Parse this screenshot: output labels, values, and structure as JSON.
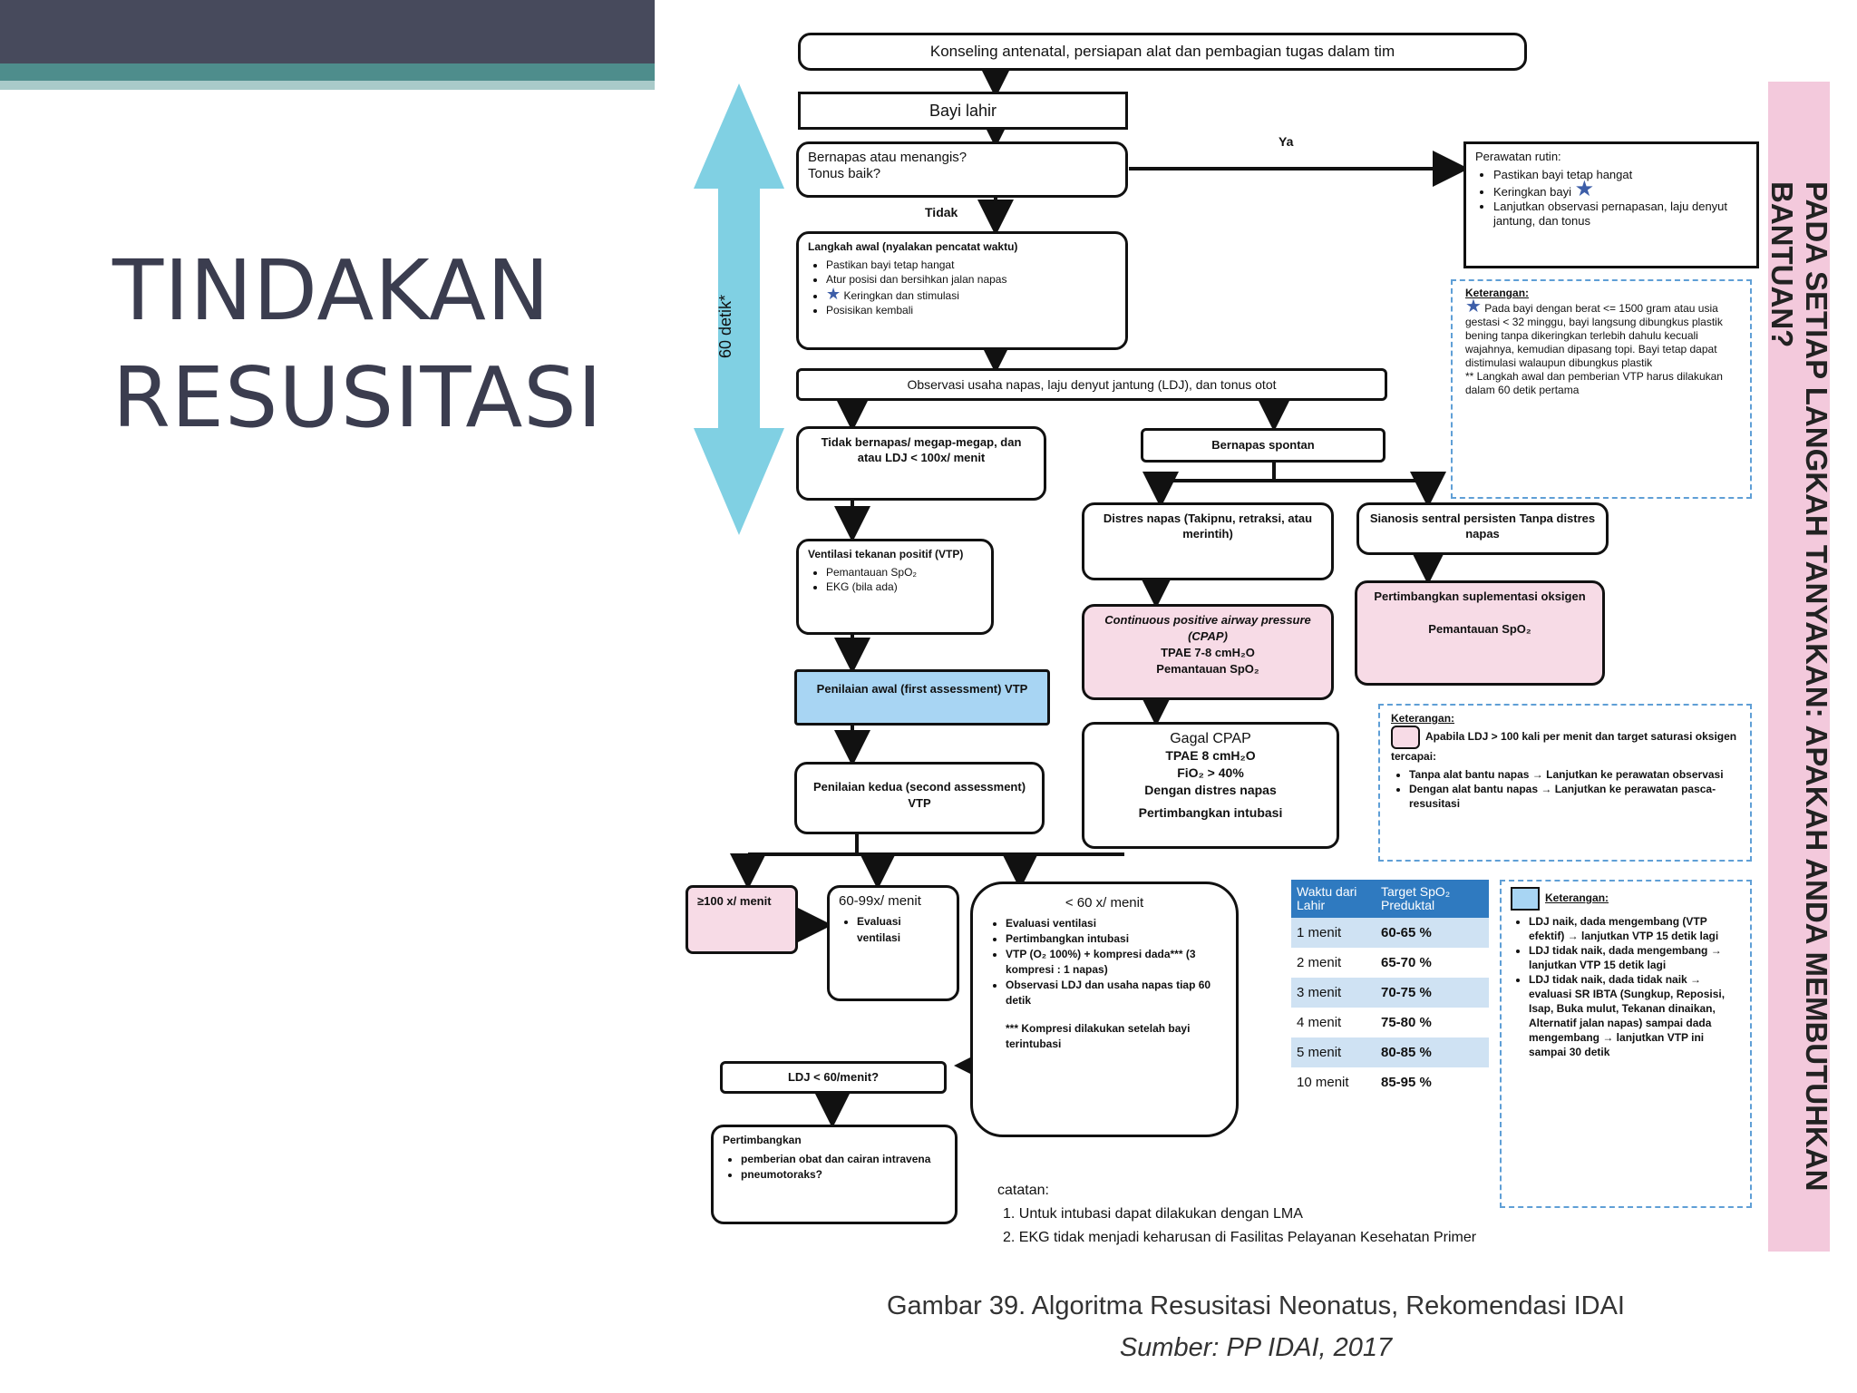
{
  "slide": {
    "title_line1": "TINDAKAN",
    "title_line2": "RESUSITASI"
  },
  "colors": {
    "header_dark": "#474a5c",
    "header_teal": "#4e8d8c",
    "arrow_blue": "#80d0e3",
    "pink_fill": "#f7dbe6",
    "blue_fill": "#a8d5f3",
    "side_band": "#f3c9dc"
  },
  "diagram": {
    "time_label": "60 detik*",
    "side_text": "PADA SETIAP LANGKAH TANYAKAN: APAKAH ANDA MEMBUTUHKAN BANTUAN?",
    "antenatal": "Konseling antenatal, persiapan alat dan pembagian tugas dalam tim",
    "bayi_lahir": "Bayi lahir",
    "bernapas_q1": "Bernapas atau menangis?",
    "bernapas_q2": "Tonus baik?",
    "label_ya": "Ya",
    "label_tidak": "Tidak",
    "rutin": {
      "title": "Perawatan rutin:",
      "items": [
        "Pastikan bayi tetap hangat",
        "Keringkan bayi",
        "Lanjutkan observasi pernapasan, laju denyut jantung, dan tonus"
      ]
    },
    "langkah_awal": {
      "title": "Langkah awal (nyalakan pencatat waktu)",
      "items": [
        "Pastikan bayi tetap hangat",
        "Atur posisi dan bersihkan jalan napas",
        "Keringkan dan stimulasi",
        "Posisikan kembali"
      ]
    },
    "keterangan1": {
      "title": "Keterangan:",
      "text1": "Pada bayi dengan berat <= 1500 gram atau usia gestasi < 32 minggu, bayi langsung dibungkus plastik bening tanpa dikeringkan terlebih dahulu kecuali wajahnya, kemudian dipasang topi. Bayi tetap dapat distimulasi walaupun dibungkus plastik",
      "text2": "** Langkah awal dan pemberian VTP harus dilakukan dalam 60 detik pertama"
    },
    "observasi": "Observasi usaha napas, laju denyut jantung (LDJ), dan tonus otot",
    "tidak_bernapas": "Tidak bernapas/ megap-megap, dan atau LDJ < 100x/ menit",
    "bernapas_spontan": "Bernapas spontan",
    "distres": "Distres napas (Takipnu, retraksi, atau merintih)",
    "sianosis": "Sianosis sentral persisten Tanpa distres napas",
    "vtp": {
      "title": "Ventilasi tekanan positif (VTP)",
      "items": [
        "Pemantauan SpO₂",
        "EKG (bila ada)"
      ]
    },
    "cpap": {
      "line1": "Continuous positive airway pressure (CPAP)",
      "line2": "TPAE 7-8 cmH₂O",
      "line3": "Pemantauan SpO₂"
    },
    "suplementasi": {
      "line1": "Pertimbangkan suplementasi oksigen",
      "line2": "Pemantauan SpO₂"
    },
    "penilaian_awal": "Penilaian awal (first assessment) VTP",
    "gagal_cpap": {
      "title": "Gagal CPAP",
      "line1": "TPAE 8 cmH₂O",
      "line2": "FiO₂ > 40%",
      "line3": "Dengan distres napas",
      "line4": "Pertimbangkan intubasi"
    },
    "keterangan2": {
      "title": "Keterangan:",
      "text": "Apabila LDJ > 100 kali per menit dan target saturasi oksigen tercapai:",
      "items": [
        "Tanpa alat bantu napas → Lanjutkan ke perawatan observasi",
        "Dengan alat bantu napas → Lanjutkan ke perawatan pasca-resusitasi"
      ]
    },
    "penilaian_kedua": "Penilaian kedua (second assessment) VTP",
    "ge100": "≥100 x/ menit",
    "r6099": {
      "title": "60-99x/ menit",
      "item": "Evaluasi ventilasi"
    },
    "lt60": {
      "title": "< 60 x/ menit",
      "items": [
        "Evaluasi ventilasi",
        "Pertimbangkan intubasi",
        "VTP (O₂ 100%) + kompresi dada*** (3 kompresi : 1 napas)",
        "Observasi LDJ dan usaha napas tiap 60 detik"
      ],
      "note": "*** Kompresi dilakukan setelah bayi terintubasi"
    },
    "ldj_q": "LDJ < 60/menit?",
    "pertimbangkan": {
      "title": "Pertimbangkan",
      "items": [
        "pemberian obat dan cairan intravena",
        "pneumotoraks?"
      ]
    },
    "spo2_table": {
      "headers": [
        "Waktu dari Lahir",
        "Target SpO₂ Preduktal"
      ],
      "rows": [
        [
          "1 menit",
          "60-65 %"
        ],
        [
          "2 menit",
          "65-70 %"
        ],
        [
          "3 menit",
          "70-75 %"
        ],
        [
          "4 menit",
          "75-80 %"
        ],
        [
          "5 menit",
          "80-85 %"
        ],
        [
          "10 menit",
          "85-95 %"
        ]
      ]
    },
    "keterangan3": {
      "title": "Keterangan:",
      "items": [
        "LDJ naik, dada mengembang (VTP efektif) → lanjutkan VTP 15 detik lagi",
        "LDJ tidak naik, dada mengembang → lanjutkan VTP 15 detik lagi",
        "LDJ tidak naik, dada tidak naik → evaluasi SR IBTA (Sungkup, Reposisi, Isap, Buka mulut, Tekanan dinaikan, Alternatif jalan napas) sampai dada mengembang → lanjutkan VTP ini sampai 30 detik"
      ]
    },
    "catatan": {
      "title": "catatan:",
      "items": [
        "1.    Untuk intubasi dapat dilakukan dengan LMA",
        "2.    EKG tidak menjadi keharusan di Fasilitas Pelayanan Kesehatan Primer"
      ]
    }
  },
  "caption": "Gambar 39. Algoritma Resusitasi Neonatus, Rekomendasi IDAI",
  "source": "Sumber: PP IDAI, 2017"
}
